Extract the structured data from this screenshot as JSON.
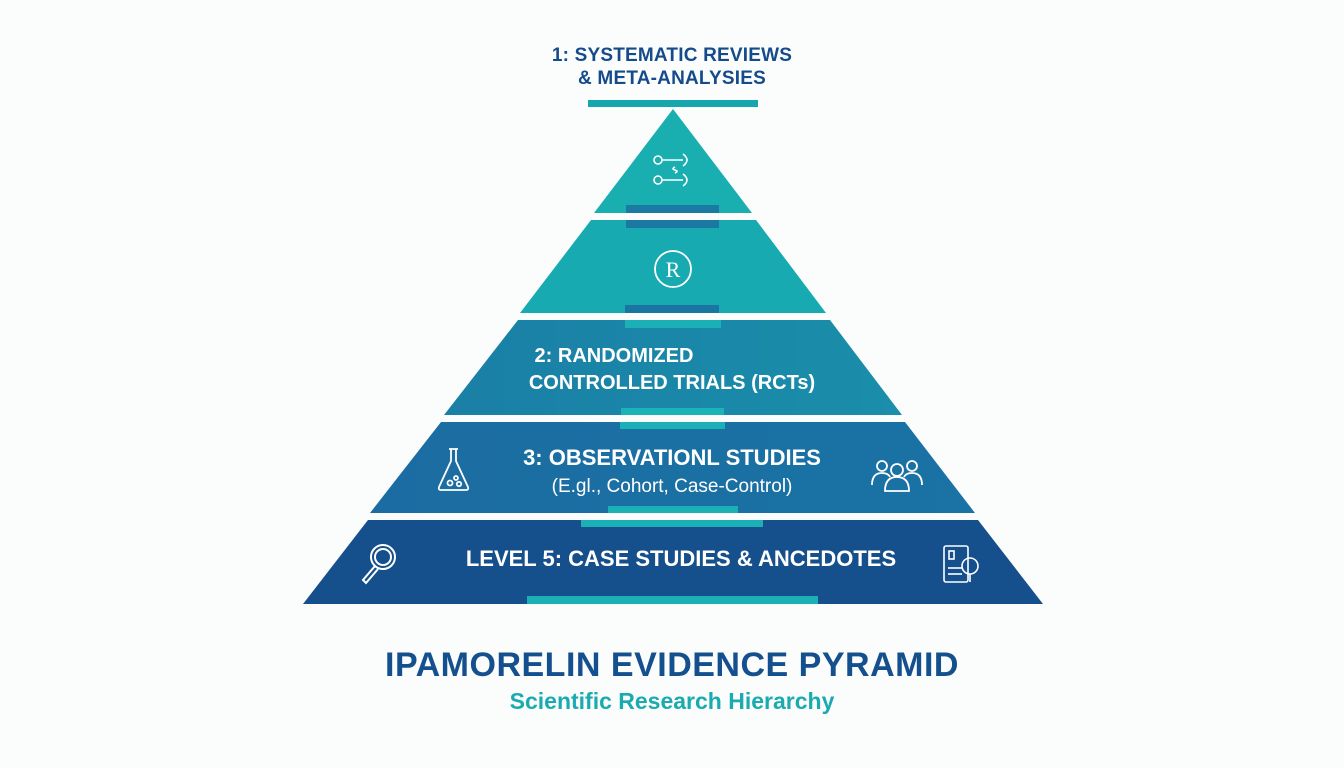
{
  "top_label": {
    "line1": "1: SYSTEMATIC REVIEWS",
    "line2": "& META-ANALYSIES"
  },
  "tiers": [
    {
      "icon": "flow-arrows-icon",
      "lines": []
    },
    {
      "icon": "registered-r-icon",
      "lines": []
    },
    {
      "icon": "",
      "lines": [
        "2: RANDOMIZED",
        "CONTROLLED TRIALS (RCTs)"
      ]
    },
    {
      "icon_left": "flask-icon",
      "icon_right": "people-group-icon",
      "lines": [
        "3: OBSERVATIONL STUDIES",
        "(E.gl., Cohort, Case-Control)"
      ]
    },
    {
      "icon_left": "magnifier-icon",
      "icon_right": "document-search-icon",
      "lines": [
        "LEVEL 5: CASE STUDIES & ANCEDOTES"
      ]
    }
  ],
  "title": "IPAMORELIN EVIDENCE PYRAMID",
  "subtitle": "Scientific Research Hierarchy",
  "colors": {
    "teal": "#19aeb0",
    "tier3": "#1a86a8",
    "tier4": "#1a6aa0",
    "tier5": "#154f8c",
    "title": "#15508e"
  }
}
